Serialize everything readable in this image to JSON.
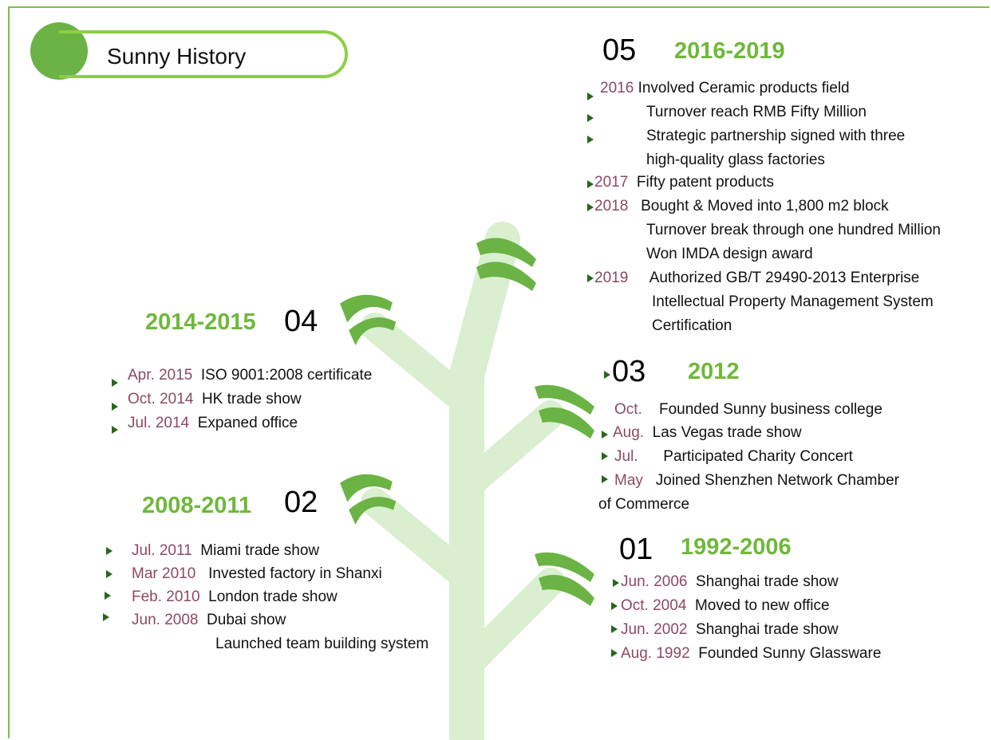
{
  "header": {
    "link_text": ""
  },
  "badge": {
    "title": "Sunny History"
  },
  "colors": {
    "accent": "#6fb83a",
    "date": "#8b4a62",
    "tree": "#d9efcf",
    "leaf": "#6ab344"
  },
  "eras": {
    "e05": {
      "num": "05",
      "range": "2016-2019",
      "lines": [
        {
          "date": "2016",
          "text": "Involved Ceramic products field"
        },
        {
          "date": "",
          "text": "Turnover reach RMB Fifty Million"
        },
        {
          "date": "",
          "text": " Strategic partnership signed with three"
        },
        {
          "date": "",
          "text": "high-quality glass factories"
        },
        {
          "date": "2017",
          "text": "Fifty patent products"
        },
        {
          "date": "2018",
          "text": "Bought & Moved into 1,800 m2 block"
        },
        {
          "date": "",
          "text": "Turnover break through one hundred Million"
        },
        {
          "date": "",
          "text": "Won IMDA design award"
        },
        {
          "date": "2019",
          "text": "Authorized GB/T 29490-2013 Enterprise"
        },
        {
          "date": "",
          "text": "Intellectual Property Management System"
        },
        {
          "date": "",
          "text": "Certification"
        }
      ]
    },
    "e04": {
      "num": "04",
      "range": "2014-2015",
      "lines": [
        {
          "date": "Apr. 2015",
          "text": "ISO 9001:2008 certificate"
        },
        {
          "date": "Oct. 2014",
          "text": "HK trade show"
        },
        {
          "date": "Jul.  2014",
          "text": "Expaned office"
        }
      ]
    },
    "e03": {
      "num": "03",
      "range": "2012",
      "lines": [
        {
          "date": "Oct.",
          "text": "Founded Sunny business college"
        },
        {
          "date": "Aug.",
          "text": "Las Vegas trade show"
        },
        {
          "date": "Jul.",
          "text": "Participated Charity Concert"
        },
        {
          "date": "May",
          "text": "Joined Shenzhen Network Chamber"
        },
        {
          "date": "",
          "text": "of Commerce"
        }
      ]
    },
    "e02": {
      "num": "02",
      "range": "2008-2011",
      "lines": [
        {
          "date": "Jul. 2011",
          "text": "Miami trade show"
        },
        {
          "date": "Mar 2010",
          "text": "Invested factory in Shanxi"
        },
        {
          "date": "Feb. 2010",
          "text": "London trade show"
        },
        {
          "date": "Jun. 2008",
          "text": "Dubai show"
        },
        {
          "date": "",
          "text": "Launched team building system"
        }
      ]
    },
    "e01": {
      "num": "01",
      "range": "1992-2006",
      "lines": [
        {
          "date": "Jun. 2006",
          "text": "Shanghai trade show"
        },
        {
          "date": "Oct. 2004",
          "text": "Moved to new office"
        },
        {
          "date": "Jun. 2002",
          "text": "Shanghai trade show"
        },
        {
          "date": "Aug. 1992",
          "text": "Founded Sunny Glassware"
        }
      ]
    }
  }
}
